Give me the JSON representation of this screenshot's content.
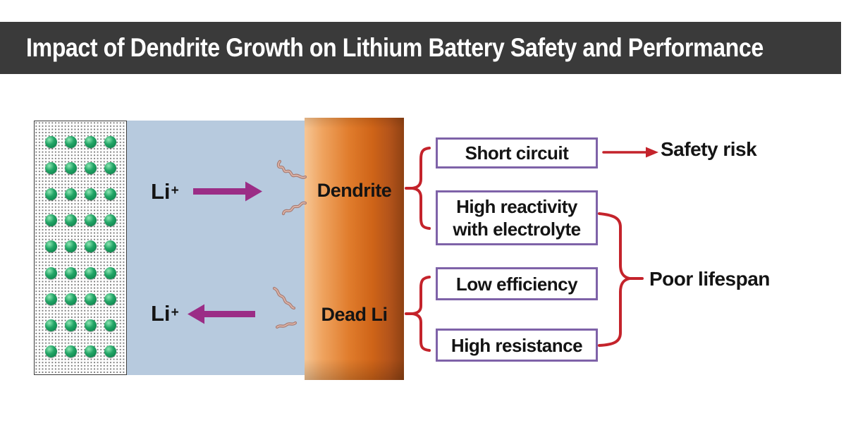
{
  "banner": {
    "title": "Impact of Dendrite Growth on Lithium Battery Safety and Performance"
  },
  "diagram": {
    "cathode": {
      "atom_rows": 9,
      "atom_cols": 4
    },
    "ion_top": {
      "text": "Li",
      "charge": "+"
    },
    "ion_bottom": {
      "text": "Li",
      "charge": "+"
    },
    "anode_top_label": "Dendrite",
    "anode_bottom_label": "Dead Li"
  },
  "flowchart": {
    "boxes": {
      "short_circuit": "Short circuit",
      "high_reactivity_line1": "High reactivity",
      "high_reactivity_line2": "with electrolyte",
      "low_efficiency": "Low efficiency",
      "high_resistance": "High resistance"
    },
    "outcomes": {
      "safety_risk": "Safety risk",
      "poor_lifespan": "Poor lifespan"
    }
  },
  "colors": {
    "banner-bg": "#3a3a3a",
    "banner-text": "#ffffff",
    "electrolyte-blue": "#b7cade",
    "anode-light": "#f6c695",
    "anode-mid": "#e07c2c",
    "anode-dark": "#8e4113",
    "ion-arrow-purple": "#9b2d86",
    "box-border-purple": "#7e62a8",
    "connector-red": "#c4232b",
    "atom-green": "#22a566",
    "label-black": "#141414"
  }
}
